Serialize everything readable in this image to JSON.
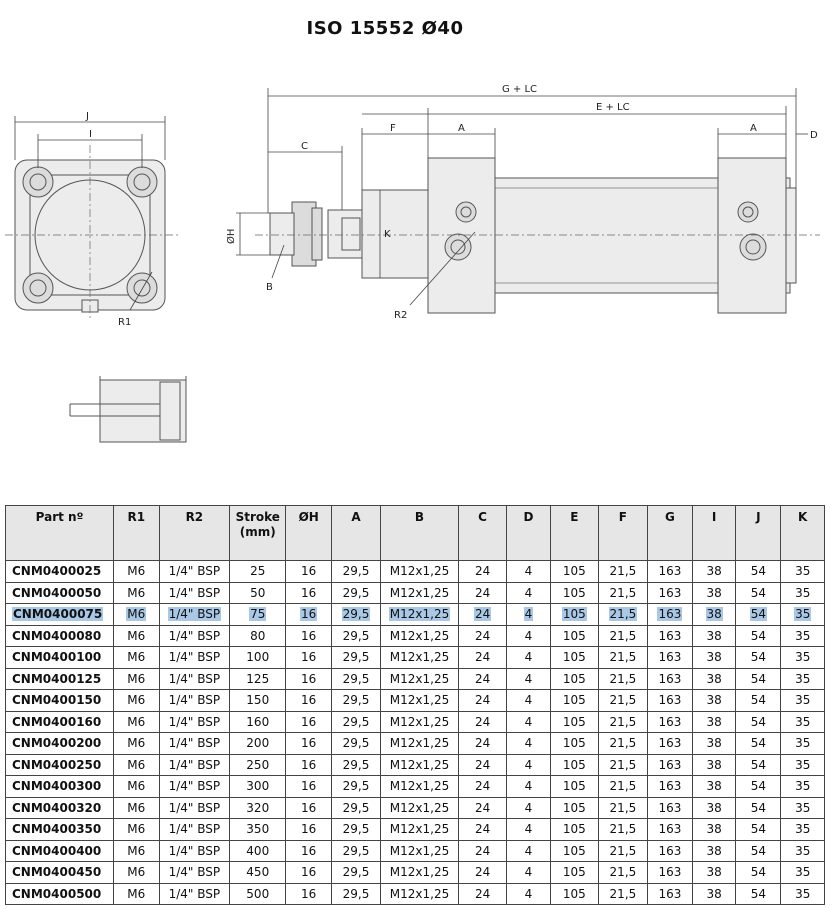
{
  "title": "ISO 15552 Ø40",
  "drawing": {
    "labels": {
      "g_lc": "G + LC",
      "e_lc": "E + LC",
      "a1": "A",
      "a2": "A",
      "f": "F",
      "c": "C",
      "d": "D",
      "oh": "ØH",
      "k": "K",
      "b": "B",
      "r2": "R2",
      "j": "J",
      "i": "I",
      "r1": "R1"
    }
  },
  "table": {
    "headers": [
      "Part nº",
      "R1",
      "R2",
      "Stroke (mm)",
      "ØH",
      "A",
      "B",
      "C",
      "D",
      "E",
      "F",
      "G",
      "I",
      "J",
      "K"
    ],
    "highlight_row": 2,
    "rows": [
      [
        "CNM0400025",
        "M6",
        "1/4\" BSP",
        "25",
        "16",
        "29,5",
        "M12x1,25",
        "24",
        "4",
        "105",
        "21,5",
        "163",
        "38",
        "54",
        "35"
      ],
      [
        "CNM0400050",
        "M6",
        "1/4\" BSP",
        "50",
        "16",
        "29,5",
        "M12x1,25",
        "24",
        "4",
        "105",
        "21,5",
        "163",
        "38",
        "54",
        "35"
      ],
      [
        "CNM0400075",
        "M6",
        "1/4\" BSP",
        "75",
        "16",
        "29,5",
        "M12x1,25",
        "24",
        "4",
        "105",
        "21,5",
        "163",
        "38",
        "54",
        "35"
      ],
      [
        "CNM0400080",
        "M6",
        "1/4\" BSP",
        "80",
        "16",
        "29,5",
        "M12x1,25",
        "24",
        "4",
        "105",
        "21,5",
        "163",
        "38",
        "54",
        "35"
      ],
      [
        "CNM0400100",
        "M6",
        "1/4\" BSP",
        "100",
        "16",
        "29,5",
        "M12x1,25",
        "24",
        "4",
        "105",
        "21,5",
        "163",
        "38",
        "54",
        "35"
      ],
      [
        "CNM0400125",
        "M6",
        "1/4\" BSP",
        "125",
        "16",
        "29,5",
        "M12x1,25",
        "24",
        "4",
        "105",
        "21,5",
        "163",
        "38",
        "54",
        "35"
      ],
      [
        "CNM0400150",
        "M6",
        "1/4\" BSP",
        "150",
        "16",
        "29,5",
        "M12x1,25",
        "24",
        "4",
        "105",
        "21,5",
        "163",
        "38",
        "54",
        "35"
      ],
      [
        "CNM0400160",
        "M6",
        "1/4\" BSP",
        "160",
        "16",
        "29,5",
        "M12x1,25",
        "24",
        "4",
        "105",
        "21,5",
        "163",
        "38",
        "54",
        "35"
      ],
      [
        "CNM0400200",
        "M6",
        "1/4\" BSP",
        "200",
        "16",
        "29,5",
        "M12x1,25",
        "24",
        "4",
        "105",
        "21,5",
        "163",
        "38",
        "54",
        "35"
      ],
      [
        "CNM0400250",
        "M6",
        "1/4\" BSP",
        "250",
        "16",
        "29,5",
        "M12x1,25",
        "24",
        "4",
        "105",
        "21,5",
        "163",
        "38",
        "54",
        "35"
      ],
      [
        "CNM0400300",
        "M6",
        "1/4\" BSP",
        "300",
        "16",
        "29,5",
        "M12x1,25",
        "24",
        "4",
        "105",
        "21,5",
        "163",
        "38",
        "54",
        "35"
      ],
      [
        "CNM0400320",
        "M6",
        "1/4\" BSP",
        "320",
        "16",
        "29,5",
        "M12x1,25",
        "24",
        "4",
        "105",
        "21,5",
        "163",
        "38",
        "54",
        "35"
      ],
      [
        "CNM0400350",
        "M6",
        "1/4\" BSP",
        "350",
        "16",
        "29,5",
        "M12x1,25",
        "24",
        "4",
        "105",
        "21,5",
        "163",
        "38",
        "54",
        "35"
      ],
      [
        "CNM0400400",
        "M6",
        "1/4\" BSP",
        "400",
        "16",
        "29,5",
        "M12x1,25",
        "24",
        "4",
        "105",
        "21,5",
        "163",
        "38",
        "54",
        "35"
      ],
      [
        "CNM0400450",
        "M6",
        "1/4\" BSP",
        "450",
        "16",
        "29,5",
        "M12x1,25",
        "24",
        "4",
        "105",
        "21,5",
        "163",
        "38",
        "54",
        "35"
      ],
      [
        "CNM0400500",
        "M6",
        "1/4\" BSP",
        "500",
        "16",
        "29,5",
        "M12x1,25",
        "24",
        "4",
        "105",
        "21,5",
        "163",
        "38",
        "54",
        "35"
      ]
    ]
  }
}
